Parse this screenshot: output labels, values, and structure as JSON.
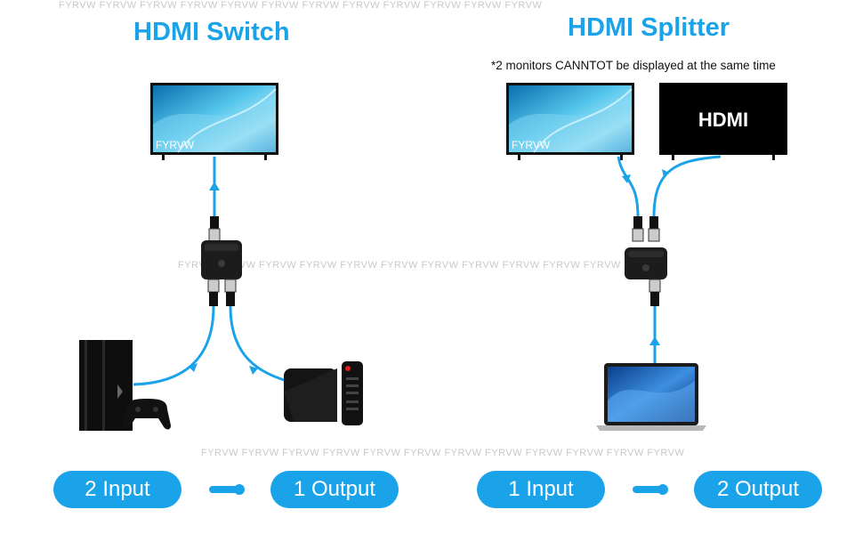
{
  "watermark": {
    "brand": "FYRVW",
    "strip_top": "FYRVW FYRVW FYRVW FYRVW FYRVW FYRVW FYRVW FYRVW FYRVW FYRVW FYRVW FYRVW",
    "strip_middle": "FYRVW FYRVW FYRVW FYRVW FYRVW FYRVW FYRVW FYRVW FYRVW FYRVW FYRVW FYRVW",
    "strip_bottom": "FYRVW FYRVW FYRVW FYRVW FYRVW FYRVW FYRVW FYRVW FYRVW FYRVW FYRVW FYRVW"
  },
  "left": {
    "title": "HDMI Switch",
    "tv_label": "FYRVW",
    "input_pill": "2 Input",
    "output_pill": "1 Output"
  },
  "right": {
    "title": "HDMI Splitter",
    "note": "*2 monitors CANNTOT be displayed at the same time",
    "tv_label": "FYRVW",
    "monitor_text": "HDMI",
    "input_pill": "1 Input",
    "output_pill": "2 Output"
  },
  "colors": {
    "accent": "#1aa3e8",
    "device": "#1c1c1c"
  }
}
